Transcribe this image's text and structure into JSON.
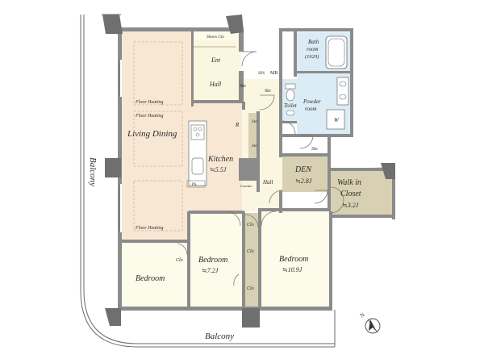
{
  "rooms": {
    "shoe_clo": "Shoes Clo",
    "ent": "Ent",
    "hall_top": "Hall",
    "sto_1": "Sto",
    "sps": "SPS",
    "mb": "MB",
    "sto_2": "Sto",
    "bath": "Bath",
    "bath_room": "room",
    "bath_size": "(1620)",
    "toilet": "Toilet",
    "powder": "Powder",
    "powder_room": "room",
    "w": "W",
    "floor_heating_1": "Floor Heating",
    "floor_heating_2": "Floor Heating",
    "floor_heating_3": "Floor Heating",
    "living_dining": "Living Dining",
    "r": "R",
    "sto_vert_1": "Sto",
    "sto_vert_2": "Sto",
    "sto_3": "Sto",
    "kitchen": "Kitchen",
    "kitchen_size": "≒5.5J",
    "ps": "PS",
    "counter": "Counter",
    "hall_mid": "Hall",
    "den": "DEN",
    "den_size": "≒2.8J",
    "wic_1": "Walk in",
    "wic_2": "Closet",
    "wic_size": "≒3.2J",
    "clo_1": "Clo",
    "clo_2": "Clo",
    "clo_3": "Clo",
    "clo_4": "Clo",
    "bedroom_mid": "Bedroom",
    "bedroom_mid_size": "≒7.2J",
    "bedroom_right": "Bedroom",
    "bedroom_right_size": "≒10.9J",
    "bedroom_left": "Bedroom"
  },
  "balcony_left": "Balcony",
  "balcony_bottom": "Balcony",
  "compass_label": "N",
  "colors": {
    "living": "#f7e7d3",
    "hall_floor": "#fbf6df",
    "bedroom": "#fdfbea",
    "den": "#d8d0b3",
    "wic": "#d8d0b3",
    "wet": "#dcecf6",
    "storage": "#d8d0b3",
    "wall": "#8b8b8b"
  }
}
